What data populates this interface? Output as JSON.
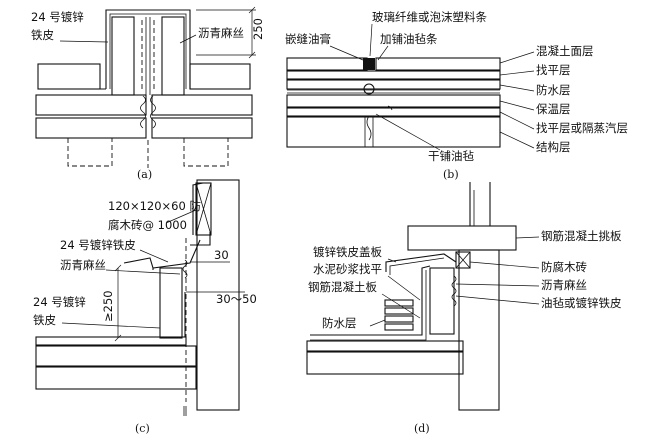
{
  "panels": {
    "a": {
      "caption": "(a)",
      "label_galv_1": "24 号镀锌",
      "label_galv_2": "铁皮",
      "label_jute": "沥青麻丝",
      "dim_250": "250"
    },
    "b": {
      "caption": "(b)",
      "label_fiber": "玻璃纤维或泡沫塑料条",
      "label_sealant": "嵌缝油膏",
      "label_felt_strip": "加铺油毡条",
      "label_concrete_surface": "混凝土面层",
      "label_leveling": "找平层",
      "label_waterproof": "防水层",
      "label_insulation": "保温层",
      "label_leveling_vapor": "找平层或隔蒸汽层",
      "label_structure": "结构层",
      "label_dry_felt": "干铺油毡"
    },
    "c": {
      "caption": "(c)",
      "label_brick_1": "120×120×60 防",
      "label_brick_2": "腐木砖@ 1000",
      "label_galv": "24 号镀锌铁皮",
      "label_jute": "沥青麻丝",
      "label_galv2_1": "24 号镀锌",
      "label_galv2_2": "铁皮",
      "dim_30": "30",
      "dim_30_50": "30～50",
      "dim_250": "≥250"
    },
    "d": {
      "caption": "(d)",
      "label_cover": "镀锌铁皮盖板",
      "label_mortar": "水泥砂浆找平",
      "label_slab": "钢筋混凝土板",
      "label_waterproof": "防水层",
      "label_cantilever": "钢筋混凝土挑板",
      "label_wood_brick": "防腐木砖",
      "label_jute": "沥青麻丝",
      "label_felt_galv": "油毡或镀锌铁皮"
    }
  }
}
